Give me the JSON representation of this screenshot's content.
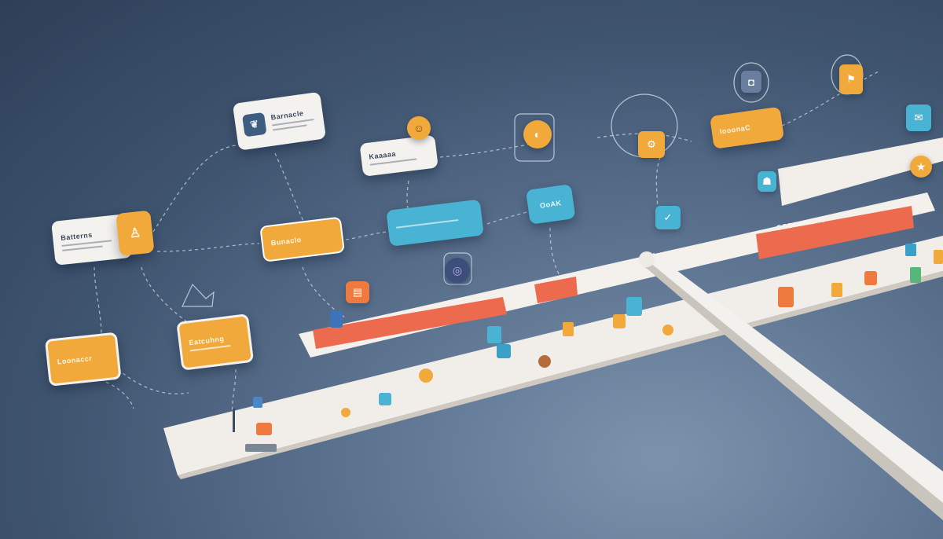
{
  "cards": {
    "c1": "Barnacle",
    "c2": "Batterns",
    "c3": "Kaaaaa",
    "c4": "Bunaclo",
    "c5": "Loonaccr",
    "c6": "Eatcuhng",
    "c7": "IooonaC",
    "c8": "OoAK",
    "c9": "GODRamERO"
  },
  "colors": {
    "orange": "#f2a93b",
    "blue": "#49b3d3",
    "red": "#ec6a4e",
    "card": "#f4f2ee",
    "bg": "#3f546f"
  },
  "icons": [
    "gear-icon",
    "smile-icon",
    "chart-icon",
    "lock-icon",
    "person-icon",
    "flag-icon",
    "star-icon"
  ]
}
